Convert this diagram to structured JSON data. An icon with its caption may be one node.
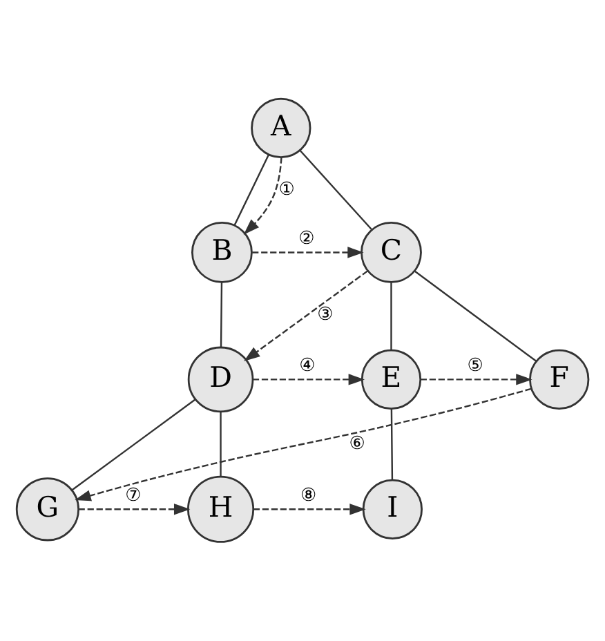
{
  "diagram": {
    "nodes": [
      {
        "text": [
          "A"
        ]
      },
      {
        "text": [
          "B"
        ]
      },
      {
        "text": [
          "C"
        ]
      },
      {
        "text": [
          "D"
        ]
      },
      {
        "text": [
          "E"
        ]
      },
      {
        "text": [
          "F"
        ]
      },
      {
        "text": [
          "G"
        ]
      },
      {
        "text": [
          "H"
        ]
      },
      {
        "text": [
          "I"
        ]
      }
    ],
    "edges": [
      {
        "from": 0,
        "to": 1,
        "arrow": "none"
      },
      {
        "from": 0,
        "to": 2,
        "arrow": "none"
      },
      {
        "from": 1,
        "to": 3,
        "arrow": "none"
      },
      {
        "from": 2,
        "to": 4,
        "arrow": "none"
      },
      {
        "from": 2,
        "to": 5,
        "arrow": "none"
      },
      {
        "from": 3,
        "to": 6,
        "arrow": "none"
      },
      {
        "from": 3,
        "to": 7,
        "arrow": "none"
      },
      {
        "from": 4,
        "to": 8,
        "arrow": "none"
      },
      {
        "from": 0,
        "to": 1,
        "arrow": "to",
        "style": "dashed",
        "label": "①"
      },
      {
        "from": 1,
        "to": 2,
        "arrow": "to",
        "style": "dashed",
        "label": "②"
      },
      {
        "from": 2,
        "to": 3,
        "arrow": "to",
        "style": "dashed",
        "label": "③"
      },
      {
        "from": 3,
        "to": 4,
        "arrow": "to",
        "style": "dashed",
        "label": "④"
      },
      {
        "from": 4,
        "to": 5,
        "arrow": "to",
        "style": "dashed",
        "label": "⑤"
      },
      {
        "from": 5,
        "to": 6,
        "arrow": "to",
        "style": "dashed",
        "label": "⑥"
      },
      {
        "from": 6,
        "to": 7,
        "arrow": "to",
        "style": "dashed",
        "label": "⑦"
      },
      {
        "from": 7,
        "to": 8,
        "arrow": "to",
        "style": "dashed",
        "label": "⑧"
      }
    ]
  }
}
